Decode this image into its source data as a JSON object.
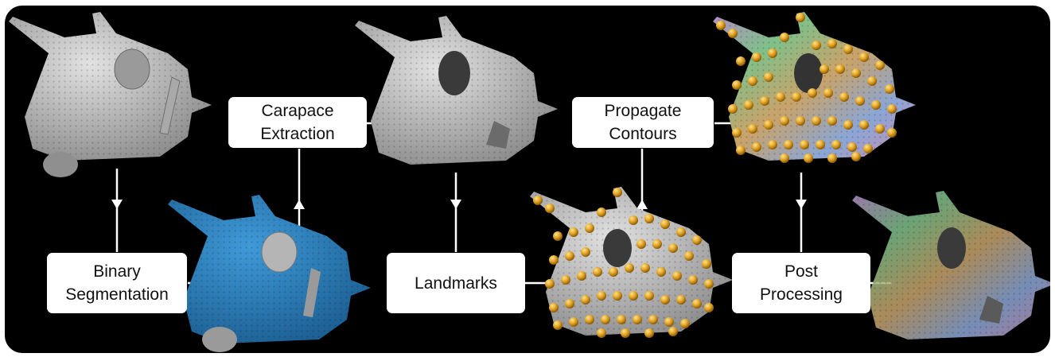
{
  "steps": {
    "binary_segmentation": "Binary\nSegmentation",
    "carapace_extraction": "Carapace\nExtraction",
    "landmarks": "Landmarks",
    "propagate_contours": "Propagate\nContours",
    "post_processing": "Post\nProcessing"
  },
  "colors": {
    "background": "#000000",
    "raw_scan": "#b9b9b9",
    "segmentation": "#2b87c9",
    "landmark": "#e0a224",
    "connector": "#ffffff"
  }
}
